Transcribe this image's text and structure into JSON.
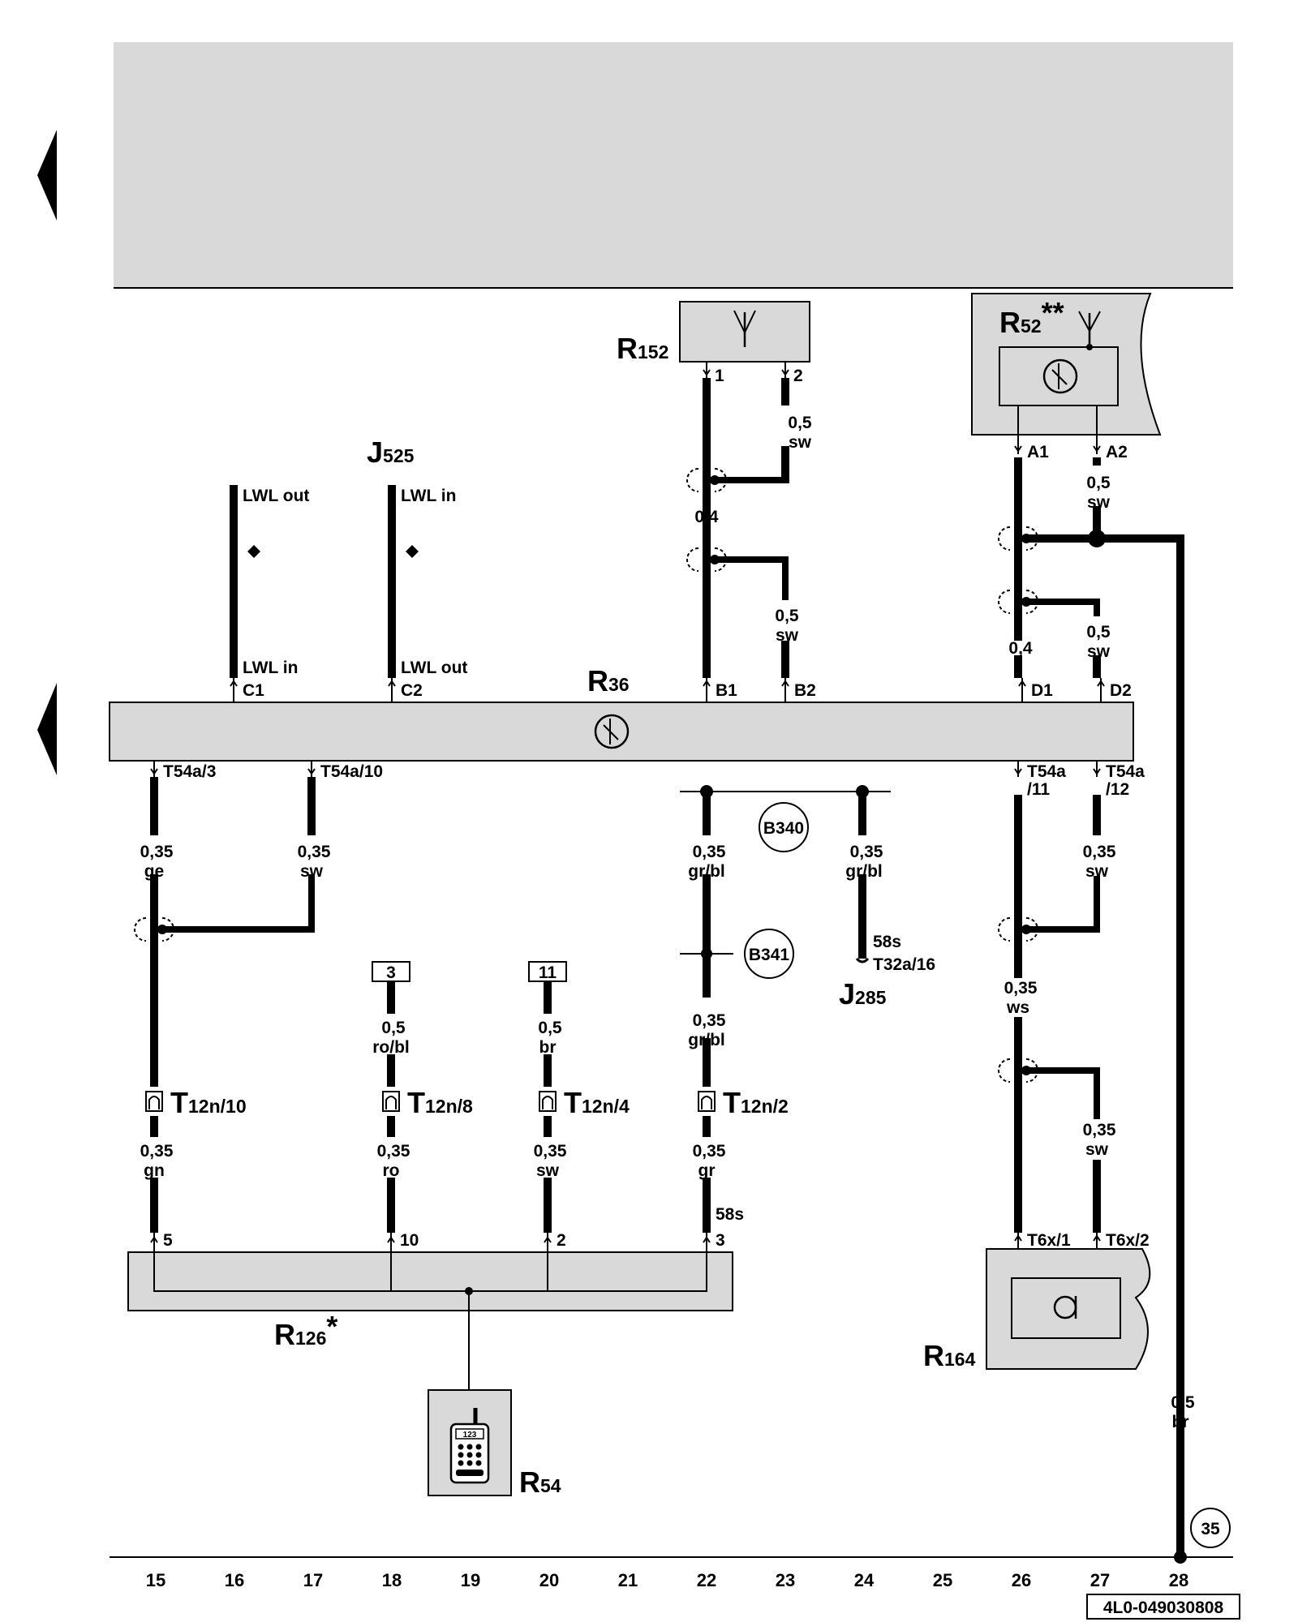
{
  "components": {
    "R36": {
      "ref": "R",
      "sub": "36"
    },
    "J525": {
      "ref": "J",
      "sub": "525"
    },
    "R152": {
      "ref": "R",
      "sub": "152"
    },
    "R52": {
      "ref": "R",
      "sub": "52",
      "mark": "**"
    },
    "J285": {
      "ref": "J",
      "sub": "285"
    },
    "R126": {
      "ref": "R",
      "sub": "126",
      "mark": "*"
    },
    "R164": {
      "ref": "R",
      "sub": "164"
    },
    "R54": {
      "ref": "R",
      "sub": "54"
    },
    "B340": "B340",
    "B341": "B341"
  },
  "pins": {
    "c1": "C1",
    "c2": "C2",
    "b1": "B1",
    "b2": "B2",
    "d1": "D1",
    "d2": "D2",
    "r152_1": "1",
    "r152_2": "2",
    "a1": "A1",
    "a2": "A2",
    "t54a3": "T54a/3",
    "t54a10": "T54a/10",
    "t54a11_l1": "T54a",
    "t54a11_l2": "/11",
    "t54a12_l1": "T54a",
    "t54a12_l2": "/12",
    "t6x1": "T6x/1",
    "t6x2": "T6x/2",
    "r126_5": "5",
    "r126_10": "10",
    "r126_2": "2",
    "r126_3": "3",
    "j285_58s": "58s",
    "j285_pin": "T32a/16",
    "r126_58s": "58s"
  },
  "fibers": {
    "lwl_out_top": "LWL out",
    "lwl_in_top": "LWL in",
    "lwl_in_bot": "LWL in",
    "lwl_out_bot": "LWL out"
  },
  "connectors": {
    "t12n10": {
      "ref": "T",
      "sub": "12n/10"
    },
    "t12n8": {
      "ref": "T",
      "sub": "12n/8"
    },
    "t12n4": {
      "ref": "T",
      "sub": "12n/4"
    },
    "t12n2": {
      "ref": "T",
      "sub": "12n/2"
    }
  },
  "refboxes": {
    "ref3": "3",
    "ref11": "11"
  },
  "wires": {
    "w_b1": {
      "size": "0,4",
      "color": ""
    },
    "w_b2": {
      "size": "0,5",
      "color": "sw"
    },
    "w_r152_2": {
      "size": "0,5",
      "color": "sw"
    },
    "w_a2": {
      "size": "0,5",
      "color": "sw"
    },
    "w_d1": {
      "size": "0,4",
      "color": ""
    },
    "w_d2": {
      "size": "0,5",
      "color": "sw"
    },
    "w_t54a3": {
      "size": "0,35",
      "color": "ge"
    },
    "w_t54a10": {
      "size": "0,35",
      "color": "sw"
    },
    "w_b340l": {
      "size": "0,35",
      "color": "gr/bl"
    },
    "w_b340r": {
      "size": "0,35",
      "color": "gr/bl"
    },
    "w_t54a12": {
      "size": "0,35",
      "color": "sw"
    },
    "w_ws": {
      "size": "0,35",
      "color": "ws"
    },
    "w_t6x2": {
      "size": "0,35",
      "color": "sw"
    },
    "w_ref3": {
      "size": "0,5",
      "color": "ro/bl"
    },
    "w_ref11": {
      "size": "0,5",
      "color": "br"
    },
    "w_b341": {
      "size": "0,35",
      "color": "gr/bl"
    },
    "w_5": {
      "size": "0,35",
      "color": "gn"
    },
    "w_10": {
      "size": "0,35",
      "color": "ro"
    },
    "w_2": {
      "size": "0,35",
      "color": "sw"
    },
    "w_3": {
      "size": "0,35",
      "color": "gr"
    },
    "w_gnd": {
      "size": "0,5",
      "color": "br"
    }
  },
  "ground_ref": "35",
  "columns": [
    "15",
    "16",
    "17",
    "18",
    "19",
    "20",
    "21",
    "22",
    "23",
    "24",
    "25",
    "26",
    "27",
    "28"
  ],
  "doc_id": "4L0-049030808",
  "keypad_label": "123"
}
